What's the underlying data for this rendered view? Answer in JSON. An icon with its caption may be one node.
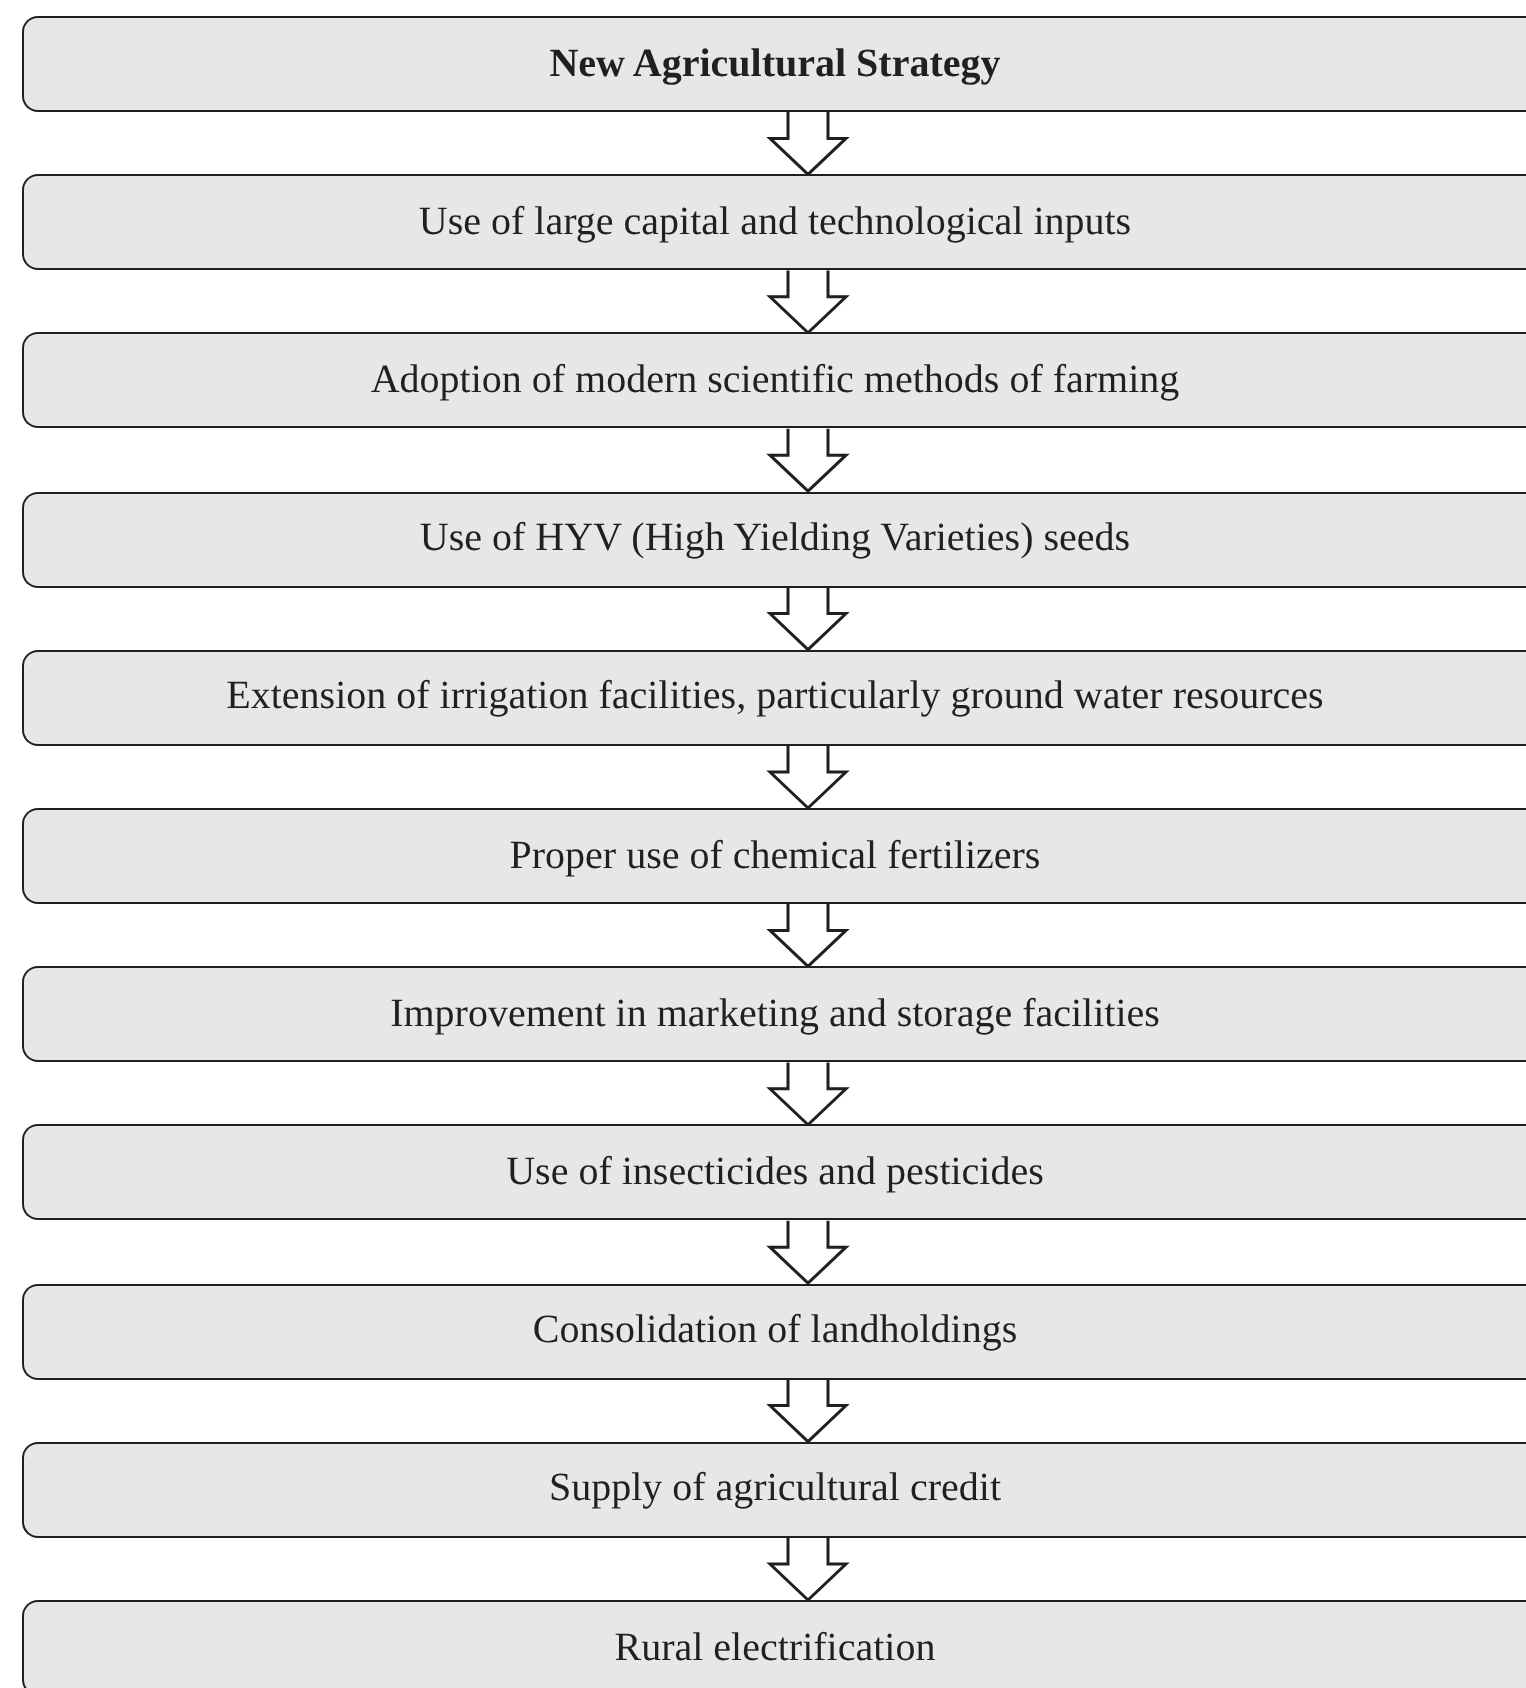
{
  "diagram": {
    "nodes": [
      {
        "text": [
          "New Agricultural Strategy"
        ]
      },
      {
        "text": [
          "Use of large capital and technological inputs"
        ]
      },
      {
        "text": [
          "Adoption of modern scientific methods of farming"
        ]
      },
      {
        "text": [
          "Use of HYV (High Yielding Varieties) seeds"
        ]
      },
      {
        "text": [
          "Extension of irrigation facilities, particularly ground water resources"
        ]
      },
      {
        "text": [
          "Proper use of chemical fertilizers"
        ]
      },
      {
        "text": [
          "Improvement in marketing and storage facilities"
        ]
      },
      {
        "text": [
          "Use of insecticides and pesticides"
        ]
      },
      {
        "text": [
          "Consolidation of landholdings"
        ]
      },
      {
        "text": [
          "Supply of agricultural credit"
        ]
      },
      {
        "text": [
          "Rural electrification"
        ]
      }
    ],
    "edges": [
      {
        "from": 0,
        "to": 1,
        "arrow": "to"
      },
      {
        "from": 1,
        "to": 2,
        "arrow": "to"
      },
      {
        "from": 2,
        "to": 3,
        "arrow": "to"
      },
      {
        "from": 3,
        "to": 4,
        "arrow": "to"
      },
      {
        "from": 4,
        "to": 5,
        "arrow": "to"
      },
      {
        "from": 5,
        "to": 6,
        "arrow": "to"
      },
      {
        "from": 6,
        "to": 7,
        "arrow": "to"
      },
      {
        "from": 7,
        "to": 8,
        "arrow": "to"
      },
      {
        "from": 8,
        "to": 9,
        "arrow": "to"
      },
      {
        "from": 9,
        "to": 10,
        "arrow": "to"
      }
    ]
  }
}
